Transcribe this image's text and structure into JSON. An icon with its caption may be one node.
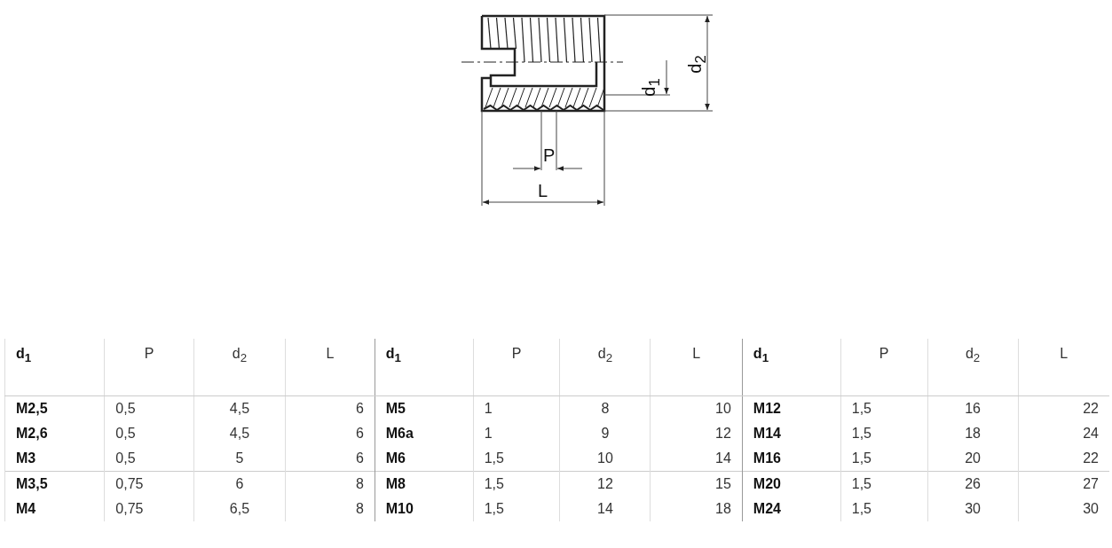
{
  "diagram": {
    "labels": [
      "d$_{1}$",
      "d$_{2}$",
      "P",
      "L",
      "d$_{1}$",
      "P",
      "d$_{2}$",
      "L",
      "d$_{1}$",
      "P",
      "d$_{2}$",
      "L",
      "d$_{1}$",
      "P",
      "d$_{2}$",
      "L",
      "M2,5",
      "0,5",
      "4,5",
      "6",
      "M5",
      "1",
      "8",
      "10",
      "M12",
      "1,5",
      "16",
      "22",
      "M2,6",
      "0,5",
      "4,5",
      "6",
      "M6a",
      "1",
      "9",
      "12",
      "M14",
      "1,5",
      "18",
      "24",
      "M3",
      "0,5",
      "5",
      "6",
      "M6",
      "1,5",
      "10",
      "14",
      "M16",
      "1,5",
      "20",
      "22",
      "M3,5",
      "0,75",
      "6",
      "8",
      "M8",
      "1,5",
      "12",
      "15",
      "M20",
      "1,5",
      "26",
      "27",
      "M4",
      "0,75",
      "6,5",
      "8",
      "M10",
      "1,5",
      "14",
      "18",
      "M24",
      "1,5",
      "30",
      "30"
    ]
  }
}
